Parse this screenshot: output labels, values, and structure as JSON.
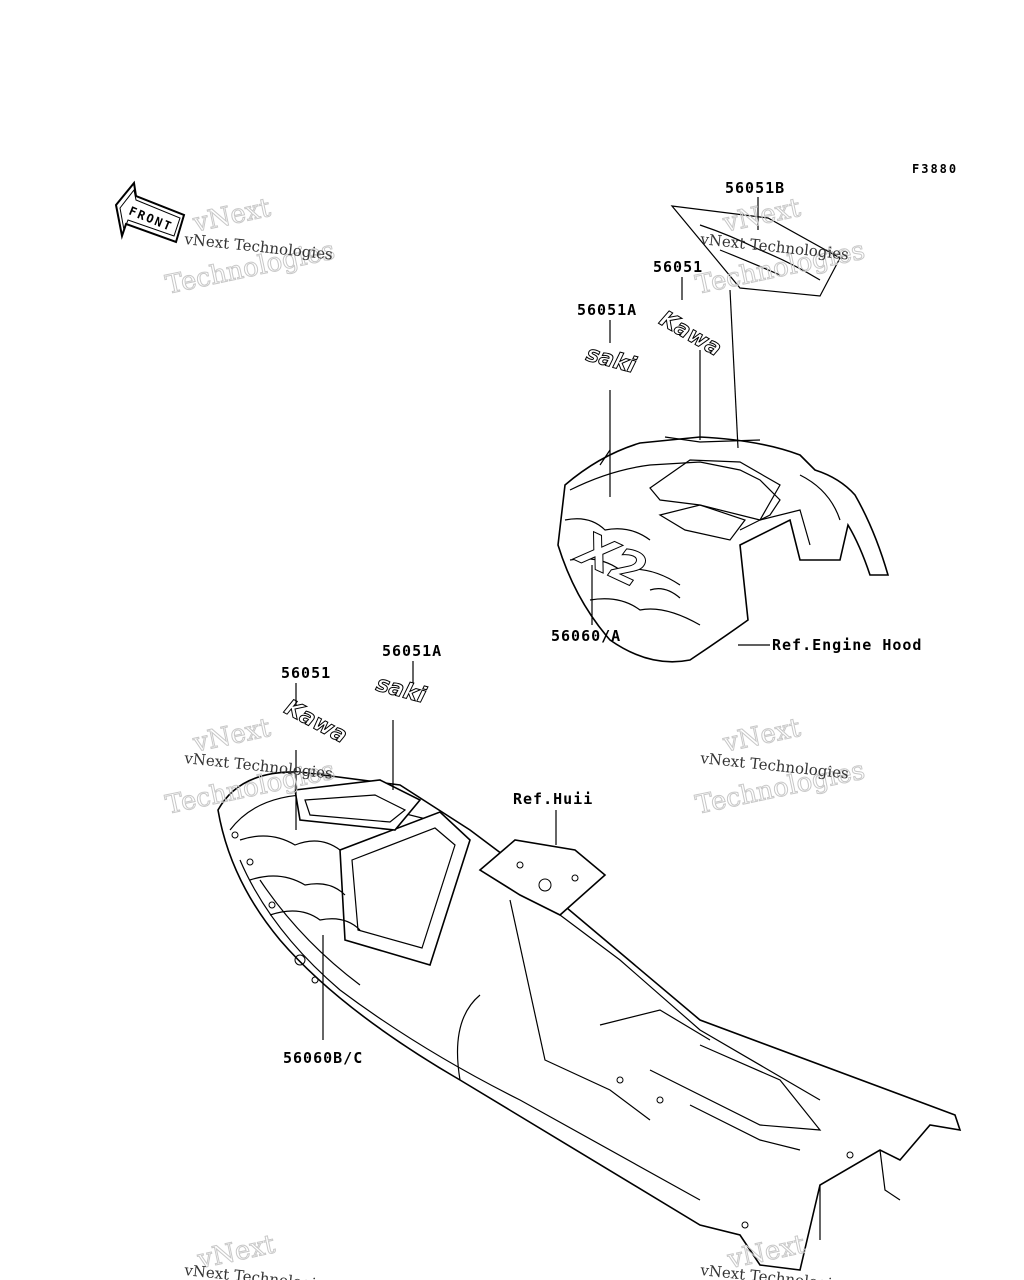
{
  "figure_code": "F3880",
  "front_arrow": {
    "text": "FRONT"
  },
  "watermark": {
    "brand": "vNext",
    "sub": "vNext Technologies",
    "main": "Technologies"
  },
  "decal_text": {
    "kawa": "Kawa",
    "saki": "saki",
    "x2": "X2"
  },
  "callouts": {
    "top_b": "56051B",
    "top_plain": "56051",
    "top_a": "56051A",
    "hood_graphic": "56060/A",
    "ref_engine_hood": "Ref.Engine Hood",
    "bottom_plain": "56051",
    "bottom_a": "56051A",
    "ref_hull": "Ref.Huii",
    "hull_graphic": "56060B/C"
  }
}
